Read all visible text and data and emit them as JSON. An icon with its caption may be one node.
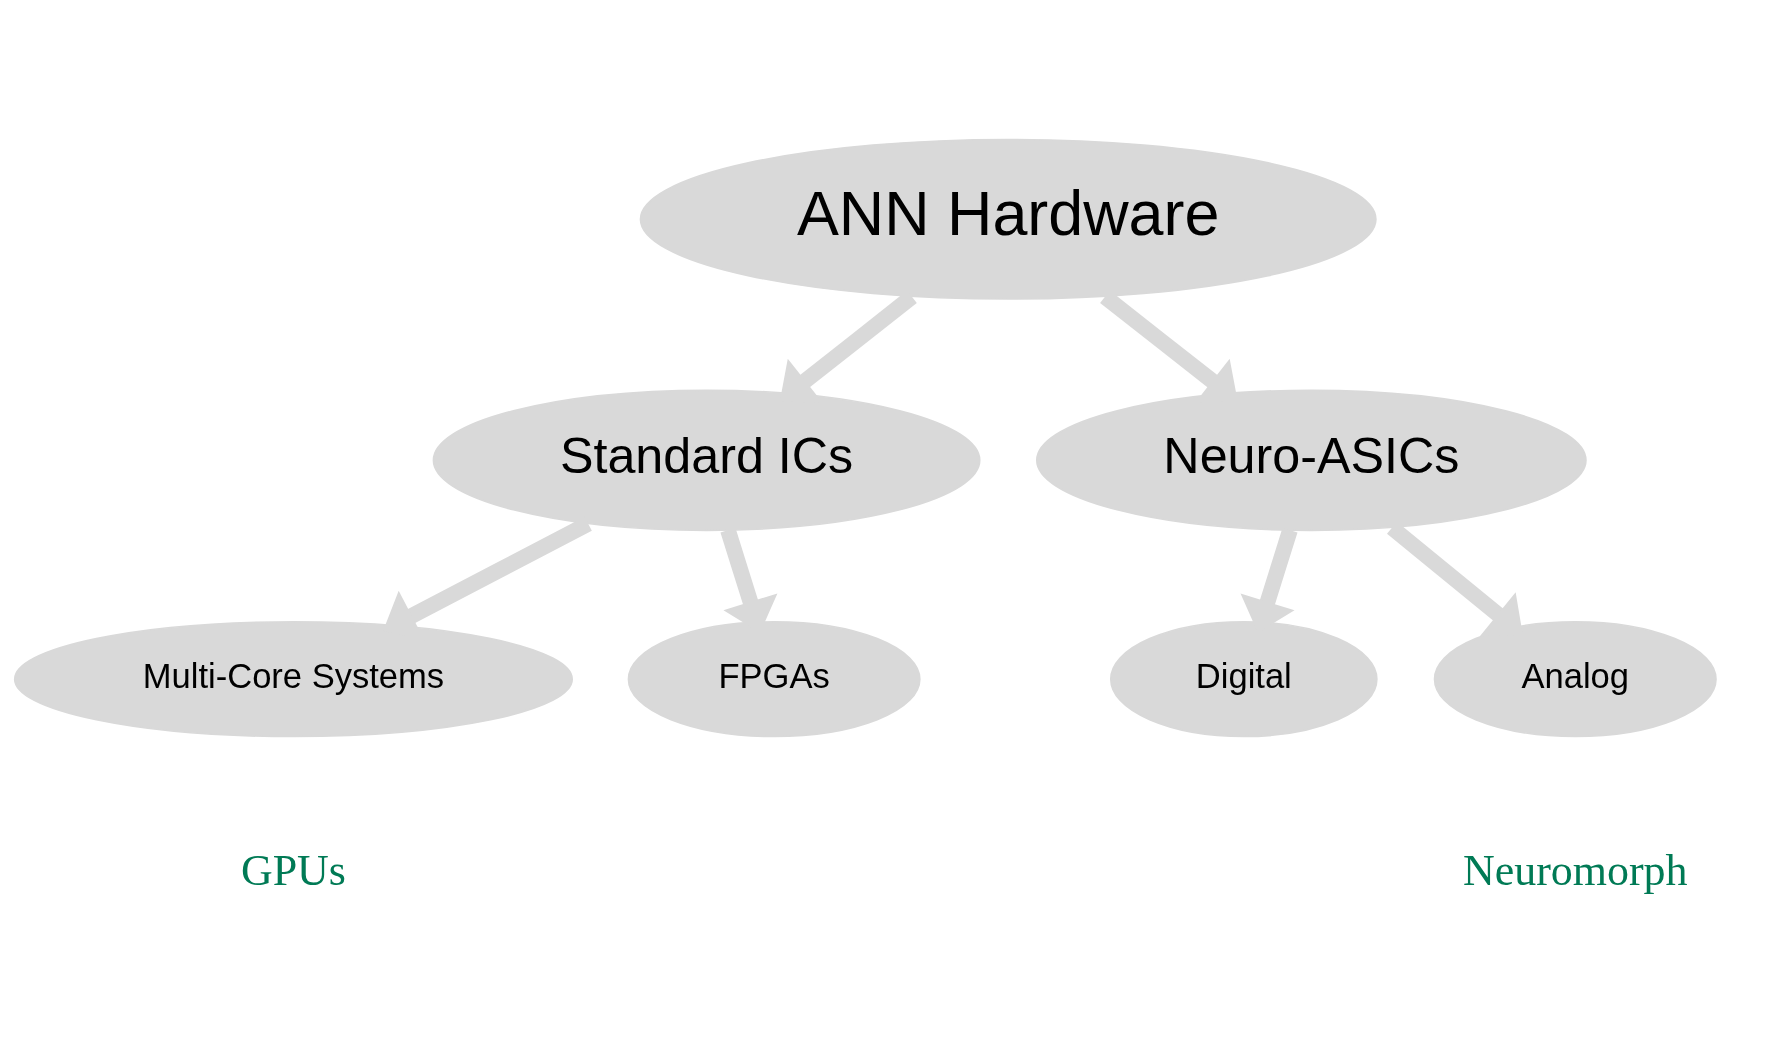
{
  "diagram": {
    "nodes": [
      {
        "text": [
          "ANN Hardware"
        ]
      },
      {
        "text": [
          "Standard ICs"
        ]
      },
      {
        "text": [
          "Neuro-ASICs"
        ]
      },
      {
        "text": [
          "Multi-Core Systems"
        ]
      },
      {
        "text": [
          "FPGAs"
        ]
      },
      {
        "text": [
          "Digital"
        ]
      },
      {
        "text": [
          "Analog"
        ]
      }
    ],
    "edges": [
      {
        "from": 0,
        "to": 1,
        "arrow": "to"
      },
      {
        "from": 0,
        "to": 2,
        "arrow": "to"
      },
      {
        "from": 1,
        "to": 3,
        "arrow": "to"
      },
      {
        "from": 1,
        "to": 4,
        "arrow": "to"
      },
      {
        "from": 2,
        "to": 5,
        "arrow": "to"
      },
      {
        "from": 2,
        "to": 6,
        "arrow": "to"
      }
    ],
    "labels": [
      "GPUs",
      "Neuromorph"
    ]
  }
}
